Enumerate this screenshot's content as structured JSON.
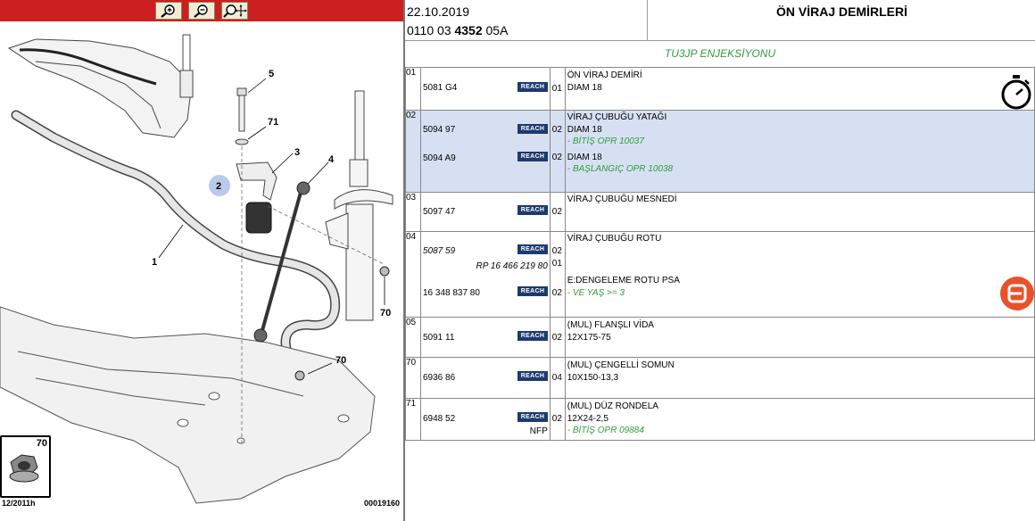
{
  "toolbar": {
    "buttons": [
      {
        "name": "zoom-in"
      },
      {
        "name": "zoom-out"
      },
      {
        "name": "zoom-move"
      }
    ]
  },
  "diagram": {
    "callouts": [
      "5",
      "71",
      "3",
      "4",
      "2",
      "1",
      "70",
      "70"
    ],
    "thumb_label": "70",
    "date": "12/2011h",
    "number": "00019160"
  },
  "header": {
    "date": "22.10.2019",
    "ref_prefix": "0110 03 ",
    "ref_bold": "4352",
    "ref_suffix": " 05A",
    "title": "ÖN VİRAJ DEMİRLERİ"
  },
  "engine": "TU3JP ENJEKSİYONU",
  "badge": "REACH",
  "rows": [
    {
      "idx": "01",
      "items": [
        {
          "ref": "5081 G4",
          "qty": "01",
          "lines": [
            "ÖN VİRAJ DEMİRİ",
            "DIAM 18"
          ]
        }
      ]
    },
    {
      "idx": "02",
      "selected": true,
      "items": [
        {
          "ref": "5094 97",
          "qty": "02",
          "lines": [
            "VİRAJ ÇUBUĞU YATAĞI",
            "DIAM 18"
          ],
          "green": "- BİTİŞ OPR 10037"
        },
        {
          "ref": "5094 A9",
          "qty": "02",
          "lines": [
            "DIAM 18"
          ],
          "green": "- BAŞLANGIÇ OPR 10038"
        }
      ]
    },
    {
      "idx": "03",
      "items": [
        {
          "ref": "5097 47",
          "qty": "02",
          "lines": [
            "VİRAJ ÇUBUĞU MESNEDİ"
          ]
        }
      ]
    },
    {
      "idx": "04",
      "items": [
        {
          "ref": "5087 59",
          "qty": "02",
          "lines": [
            "VİRAJ ÇUBUĞU ROTU"
          ],
          "rp": "RP 16 466 219 80",
          "rpqty": "01"
        },
        {
          "ref": "16 348 837 80",
          "qty": "02",
          "lines": [
            "E:DENGELEME ROTU PSA"
          ],
          "green": "- VE YAŞ >= 3"
        }
      ]
    },
    {
      "idx": "05",
      "items": [
        {
          "ref": "5091 11",
          "qty": "02",
          "lines": [
            "(MUL) FLANŞLI VİDA",
            "12X175-75"
          ]
        }
      ]
    },
    {
      "idx": "70",
      "items": [
        {
          "ref": "6936 86",
          "qty": "04",
          "lines": [
            "(MUL) ÇENGELLİ SOMUN",
            "10X150-13,3"
          ]
        }
      ]
    },
    {
      "idx": "71",
      "items": [
        {
          "ref": "6948 52",
          "qty": "02",
          "lines": [
            "(MUL) DÜZ RONDELA",
            "12X24-2,5"
          ],
          "green": "- BİTİŞ OPR 09884",
          "nfp": "NFP"
        }
      ]
    }
  ]
}
